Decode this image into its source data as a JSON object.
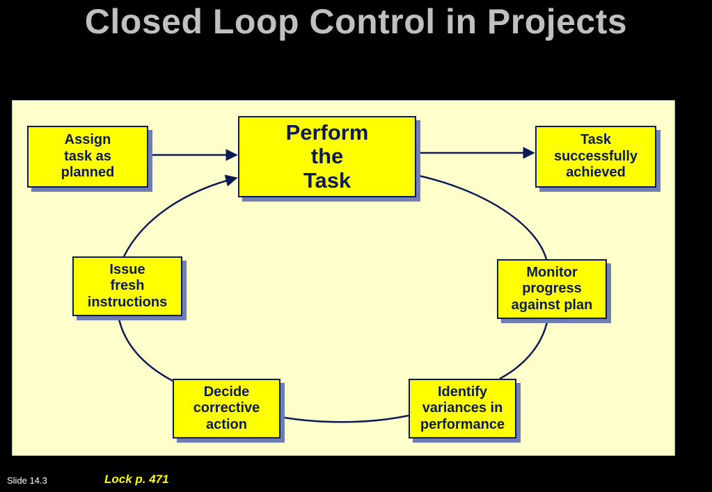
{
  "title": "Closed Loop Control in Projects",
  "boxes": {
    "assign": {
      "lines": [
        "Assign",
        "task as",
        "planned"
      ]
    },
    "perform": {
      "lines": [
        "Perform",
        "the",
        "Task"
      ]
    },
    "success": {
      "lines": [
        "Task",
        "successfully",
        "achieved"
      ]
    },
    "monitor": {
      "lines": [
        "Monitor",
        "progress",
        "against plan"
      ]
    },
    "identify": {
      "lines": [
        "Identify",
        "variances in",
        "performance"
      ]
    },
    "decide": {
      "lines": [
        "Decide",
        "corrective",
        "action"
      ]
    },
    "issue": {
      "lines": [
        "Issue",
        "fresh",
        "instructions"
      ]
    }
  },
  "colors": {
    "background": "#000000",
    "title": "#c0c0c0",
    "panel": "#ffffcc",
    "box_fill": "#ffff00",
    "box_text": "#0b1a55",
    "connector": "#0b1a55",
    "footer_reference": "#ffff00"
  },
  "footer": {
    "slide_number": "Slide 14.3",
    "reference": "Lock p. 471"
  }
}
